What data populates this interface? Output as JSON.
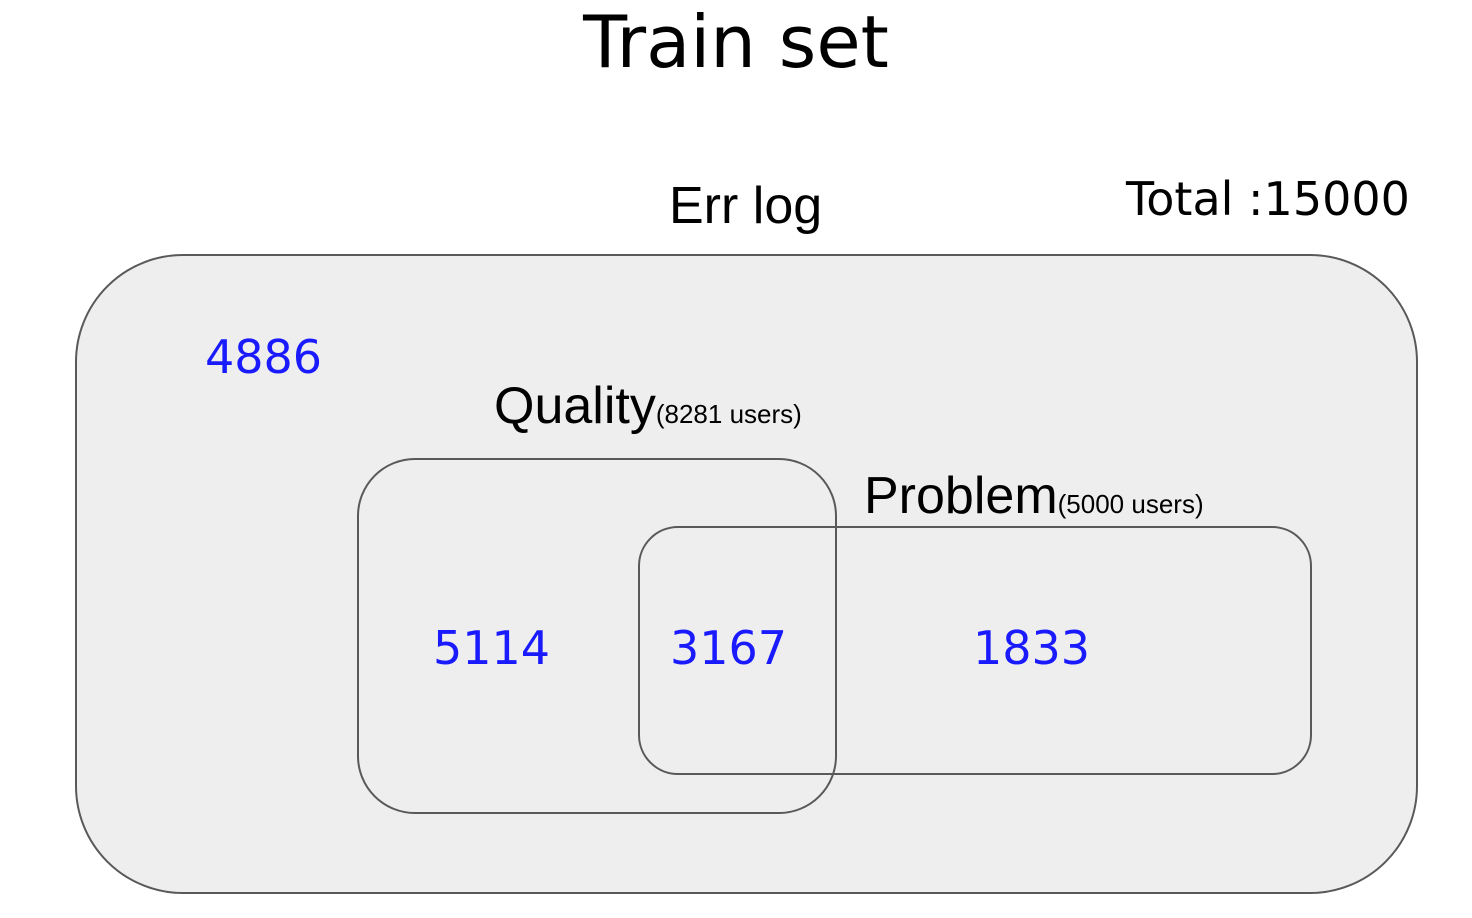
{
  "diagram": {
    "title": "Train set",
    "outer_label": "Err log",
    "total_label": "Total :15000",
    "sets": [
      {
        "name": "Quality",
        "note": "(8281 users)"
      },
      {
        "name": "Problem",
        "note": "(5000 users)"
      }
    ],
    "regions": {
      "outside": "4886",
      "quality_only": "5114",
      "intersection": "3167",
      "problem_only": "1833"
    },
    "colors": {
      "count_text": "#1a1aff",
      "box_fill": "#eeeeee",
      "box_border": "#595959"
    }
  }
}
